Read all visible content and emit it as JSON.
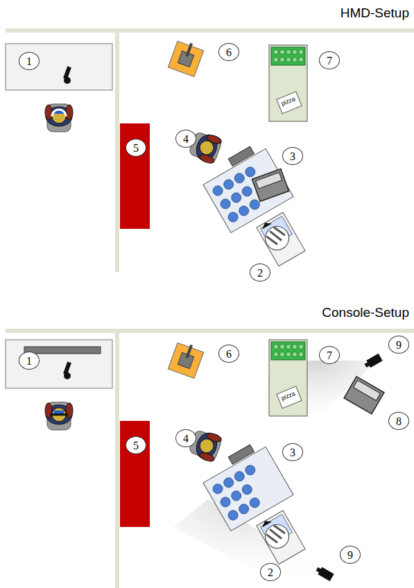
{
  "diagram": {
    "labels": [
      "HMD-Setup",
      "1",
      "6",
      "7",
      "pizza",
      "4",
      "5",
      "3",
      "2",
      "Console-Setup",
      "1",
      "6",
      "7",
      "9",
      "pizza",
      "8",
      "4",
      "5",
      "3",
      "9",
      "2"
    ]
  }
}
